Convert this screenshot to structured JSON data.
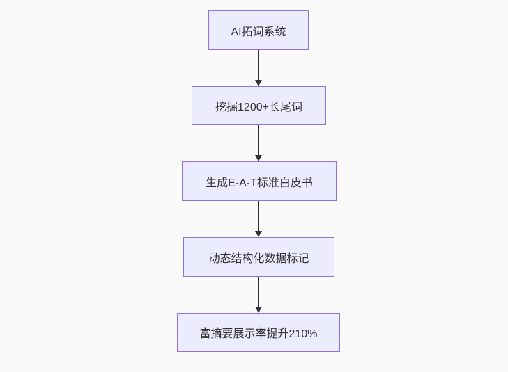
{
  "diagram": {
    "type": "flowchart",
    "direction": "top-down",
    "background_color": "#fafafa",
    "node_fill_color": "#ececff",
    "node_border_color": "#9370db",
    "text_color": "#333333",
    "arrow_color": "#333333",
    "nodes": [
      {
        "id": "node-1",
        "label": "AI拓词系统"
      },
      {
        "id": "node-2",
        "label": "挖掘1200+长尾词"
      },
      {
        "id": "node-3",
        "label": "生成E-A-T标准白皮书"
      },
      {
        "id": "node-4",
        "label": "动态结构化数据标记"
      },
      {
        "id": "node-5",
        "label": "富摘要展示率提升210%"
      }
    ],
    "edges": [
      {
        "from": "node-1",
        "to": "node-2"
      },
      {
        "from": "node-2",
        "to": "node-3"
      },
      {
        "from": "node-3",
        "to": "node-4"
      },
      {
        "from": "node-4",
        "to": "node-5"
      }
    ]
  }
}
